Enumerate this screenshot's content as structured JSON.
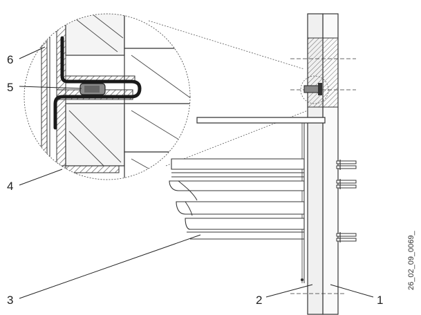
{
  "callouts": [
    {
      "id": "1",
      "text": "1"
    },
    {
      "id": "2",
      "text": "2"
    },
    {
      "id": "3",
      "text": "3"
    },
    {
      "id": "4",
      "text": "4"
    },
    {
      "id": "5",
      "text": "5"
    },
    {
      "id": "6",
      "text": "6"
    }
  ],
  "figure_code": "26_02_09_0069_",
  "colors": {
    "line": "#333333",
    "hatch": "#555555",
    "background": "#ffffff",
    "cable": "#1a1a1a",
    "connector": "#777777",
    "wall": "#f4f4f4"
  }
}
